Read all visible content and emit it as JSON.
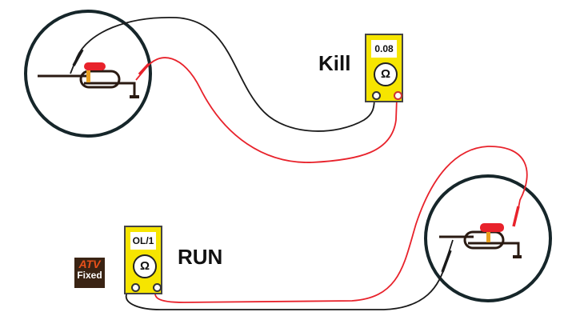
{
  "meters": [
    {
      "reading": "0.08",
      "symbol": "Ω",
      "label": "Kill"
    },
    {
      "reading": "OL/1",
      "symbol": "Ω",
      "label": "RUN"
    }
  ],
  "logo": {
    "line1": "ATV",
    "line2": "Fixed"
  },
  "colors": {
    "meter": "#f6e500",
    "red_wire": "#e8222b",
    "black_wire": "#1a1a1a",
    "switch": "#2a1a12",
    "button": "#e8222b",
    "contact": "#e8a020"
  }
}
